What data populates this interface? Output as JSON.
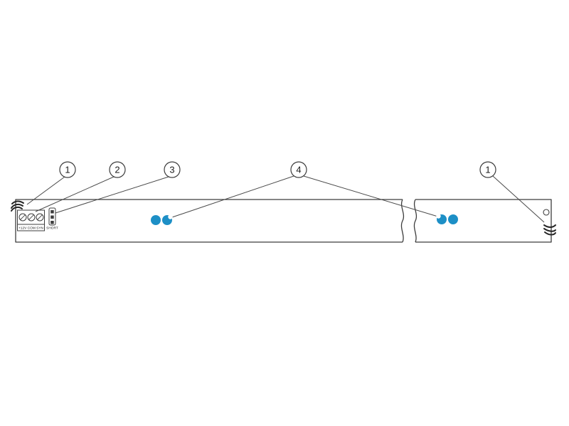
{
  "figure": {
    "callouts": [
      {
        "label": "1"
      },
      {
        "label": "2"
      },
      {
        "label": "3"
      },
      {
        "label": "4"
      },
      {
        "label": "1"
      }
    ],
    "terminal_block": {
      "label": "+12V COM SYN",
      "screw_count": 3
    },
    "jumper": {
      "label": "SHORT",
      "pin_count": 3
    },
    "sensors": {
      "count": 4
    },
    "colors": {
      "line": "#3c3c3c",
      "background": "#ffffff",
      "sensor_blue": "#1d8fc6"
    }
  }
}
